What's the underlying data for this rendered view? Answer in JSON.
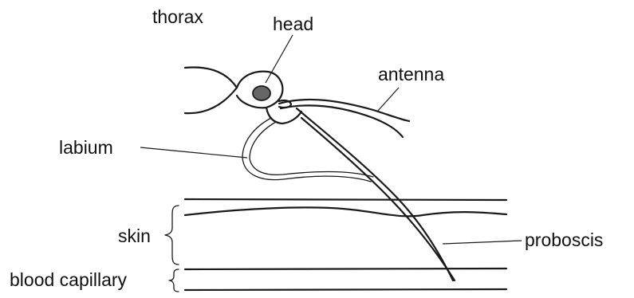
{
  "labels": {
    "thorax": "thorax",
    "head": "head",
    "antenna": "antenna",
    "labium": "labium",
    "skin": "skin",
    "proboscis": "proboscis",
    "blood_capillary": "blood capillary"
  },
  "colors": {
    "line": "#1a1a1a",
    "eye": "#666666",
    "background": "#ffffff"
  }
}
